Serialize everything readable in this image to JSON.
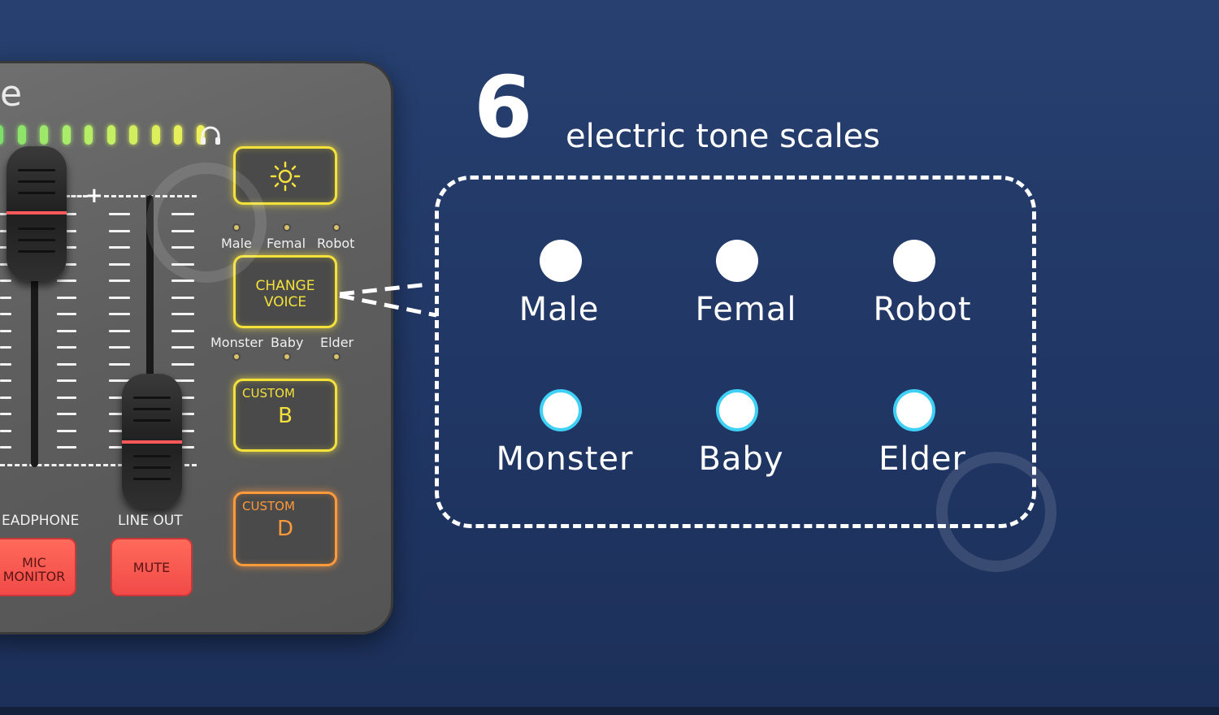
{
  "colors": {
    "background": "#233a68",
    "pad_yellow": "#f4e23a",
    "pad_orange": "#ff9a3a",
    "mute_red": "#f14a48",
    "option_ring": "#3fd0f5"
  },
  "device": {
    "brand_fragment": "e",
    "led_colors": [
      "#7ee06a",
      "#8ee56a",
      "#9de86a",
      "#a9ec6a",
      "#b6ef66",
      "#c5f062",
      "#d1ee5e",
      "#dcef5a",
      "#e6f05a",
      "#eef05a"
    ],
    "top_voice_labels": [
      "Male",
      "Femal",
      "Robot"
    ],
    "bottom_voice_labels": [
      "Monster",
      "Baby",
      "Elder"
    ],
    "change_voice_line1": "CHANGE",
    "change_voice_line2": "VOICE",
    "custom_b_sub": "CUSTOM",
    "custom_b_letter": "B",
    "custom_d_sub": "CUSTOM",
    "custom_d_letter": "D",
    "headphone_label": "EADPHONE",
    "line_out_label": "LINE OUT",
    "mic_monitor_line1": "MIC",
    "mic_monitor_line2": "MONITOR",
    "mute_label": "MUTE",
    "icons": [
      "sun-icon",
      "headphone-icon",
      "plus-icon"
    ]
  },
  "infographic": {
    "number": "6",
    "headline": "electric tone scales",
    "options_top": [
      "Male",
      "Femal",
      "Robot"
    ],
    "options_bottom": [
      "Monster",
      "Baby",
      "Elder"
    ]
  }
}
